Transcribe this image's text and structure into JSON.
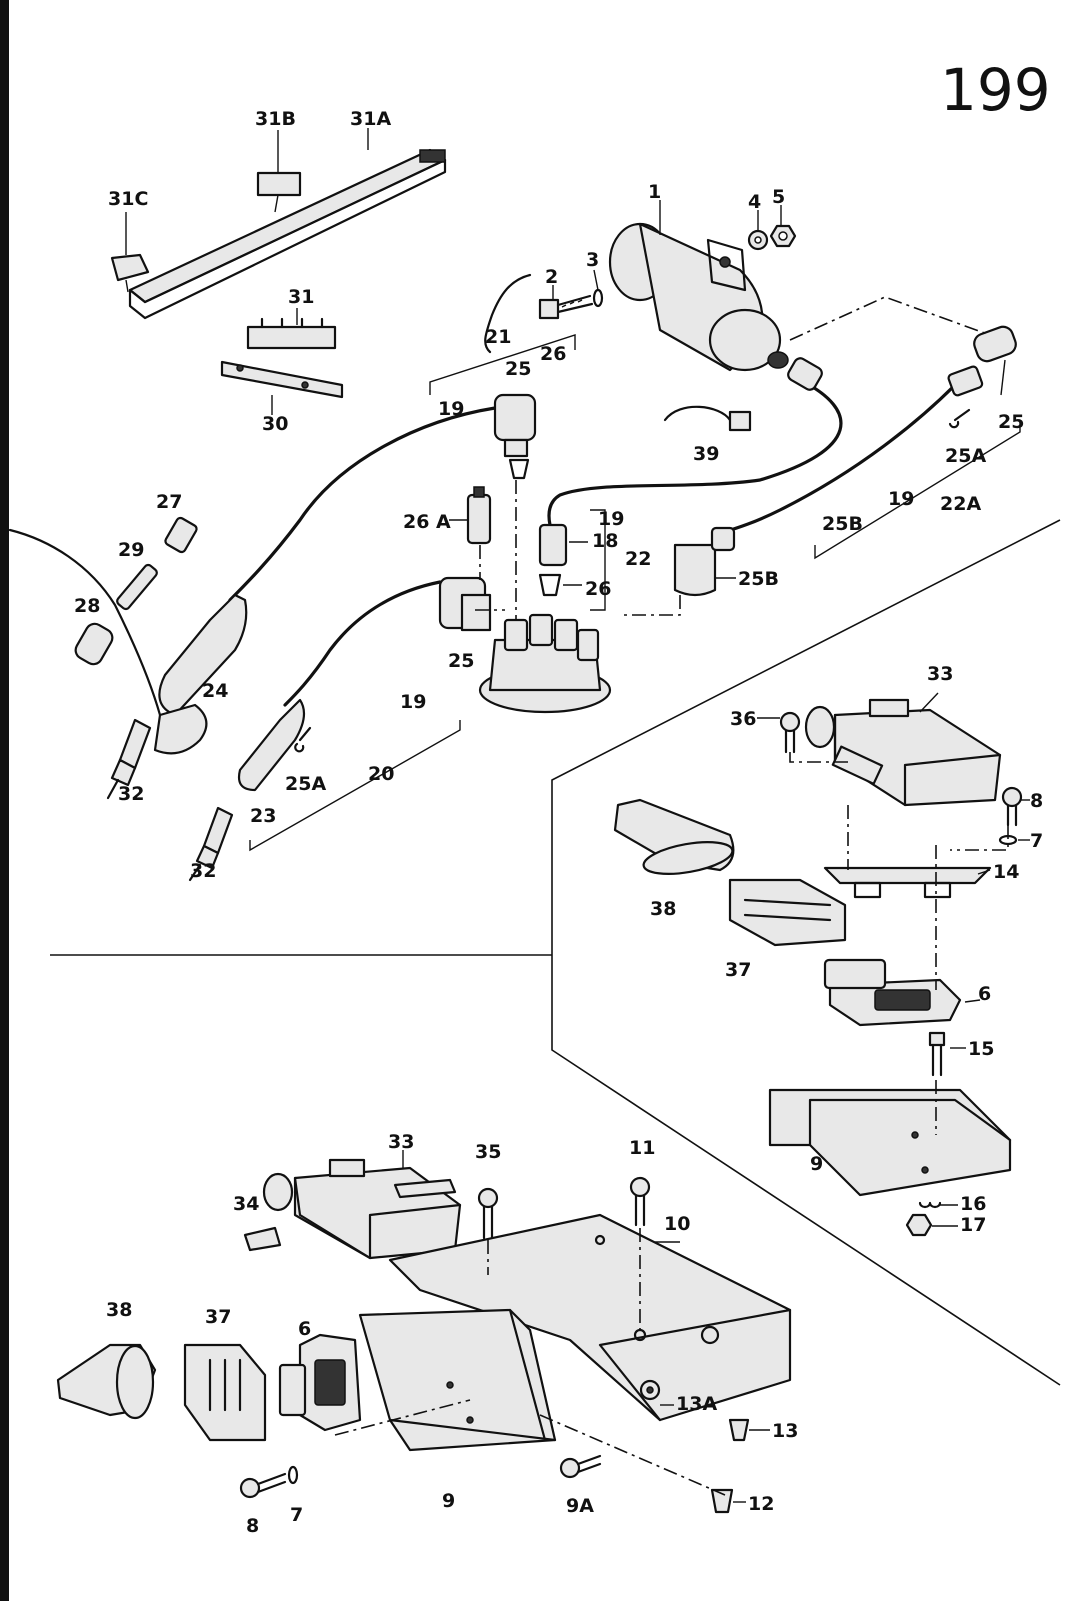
{
  "page_number": "199",
  "labels": [
    {
      "text": "31B"
    },
    {
      "text": "31A"
    },
    {
      "text": "31C"
    },
    {
      "text": "31"
    },
    {
      "text": "30"
    },
    {
      "text": "1"
    },
    {
      "text": "2"
    },
    {
      "text": "3"
    },
    {
      "text": "4"
    },
    {
      "text": "5"
    },
    {
      "text": "21"
    },
    {
      "text": "25"
    },
    {
      "text": "26"
    },
    {
      "text": "19"
    },
    {
      "text": "39"
    },
    {
      "text": "25A"
    },
    {
      "text": "25"
    },
    {
      "text": "27"
    },
    {
      "text": "29"
    },
    {
      "text": "28"
    },
    {
      "text": "26 A"
    },
    {
      "text": "19"
    },
    {
      "text": "18"
    },
    {
      "text": "22"
    },
    {
      "text": "19"
    },
    {
      "text": "22A"
    },
    {
      "text": "25B"
    },
    {
      "text": "26"
    },
    {
      "text": "25B"
    },
    {
      "text": "24"
    },
    {
      "text": "25"
    },
    {
      "text": "19"
    },
    {
      "text": "33"
    },
    {
      "text": "36"
    },
    {
      "text": "8"
    },
    {
      "text": "32"
    },
    {
      "text": "25A"
    },
    {
      "text": "20"
    },
    {
      "text": "23"
    },
    {
      "text": "7"
    },
    {
      "text": "14"
    },
    {
      "text": "32"
    },
    {
      "text": "38"
    },
    {
      "text": "37"
    },
    {
      "text": "6"
    },
    {
      "text": "15"
    },
    {
      "text": "9"
    },
    {
      "text": "16"
    },
    {
      "text": "17"
    },
    {
      "text": "33"
    },
    {
      "text": "35"
    },
    {
      "text": "11"
    },
    {
      "text": "34"
    },
    {
      "text": "10"
    },
    {
      "text": "38"
    },
    {
      "text": "37"
    },
    {
      "text": "6"
    },
    {
      "text": "13A"
    },
    {
      "text": "13"
    },
    {
      "text": "9"
    },
    {
      "text": "8"
    },
    {
      "text": "7"
    },
    {
      "text": "9A"
    },
    {
      "text": "12"
    }
  ]
}
